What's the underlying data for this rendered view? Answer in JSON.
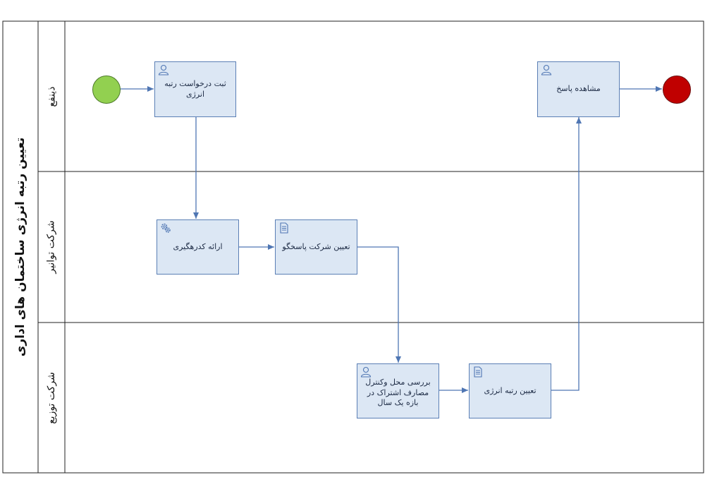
{
  "pool": {
    "title": "تعیین رتبه انرژی ساختمان های اداری"
  },
  "lanes": [
    {
      "label": "ذینفع"
    },
    {
      "label": "شرکت توانیر"
    },
    {
      "label": "شرکت توزیع"
    }
  ],
  "tasks": {
    "register": {
      "label": "ثبت درخواست رتبه انرژی",
      "icon": "user-icon"
    },
    "view": {
      "label": "مشاهده پاسخ",
      "icon": "user-icon"
    },
    "code": {
      "label": "ارائه کدرهگیری",
      "icon": "gear-icon"
    },
    "assign": {
      "label": "تعیین شرکت پاسخگو",
      "icon": "document-icon"
    },
    "review": {
      "label": "بررسی محل وکنترل مصارف اشتراک در بازه یک سال",
      "icon": "user-icon"
    },
    "rank": {
      "label": "تعیین رتبه انرژی",
      "icon": "document-icon"
    }
  },
  "colors": {
    "task_fill": "#dce7f4",
    "task_border": "#5b7fb5",
    "start_event": "#92d050",
    "end_event": "#c00000",
    "flow": "#4f76b3"
  }
}
